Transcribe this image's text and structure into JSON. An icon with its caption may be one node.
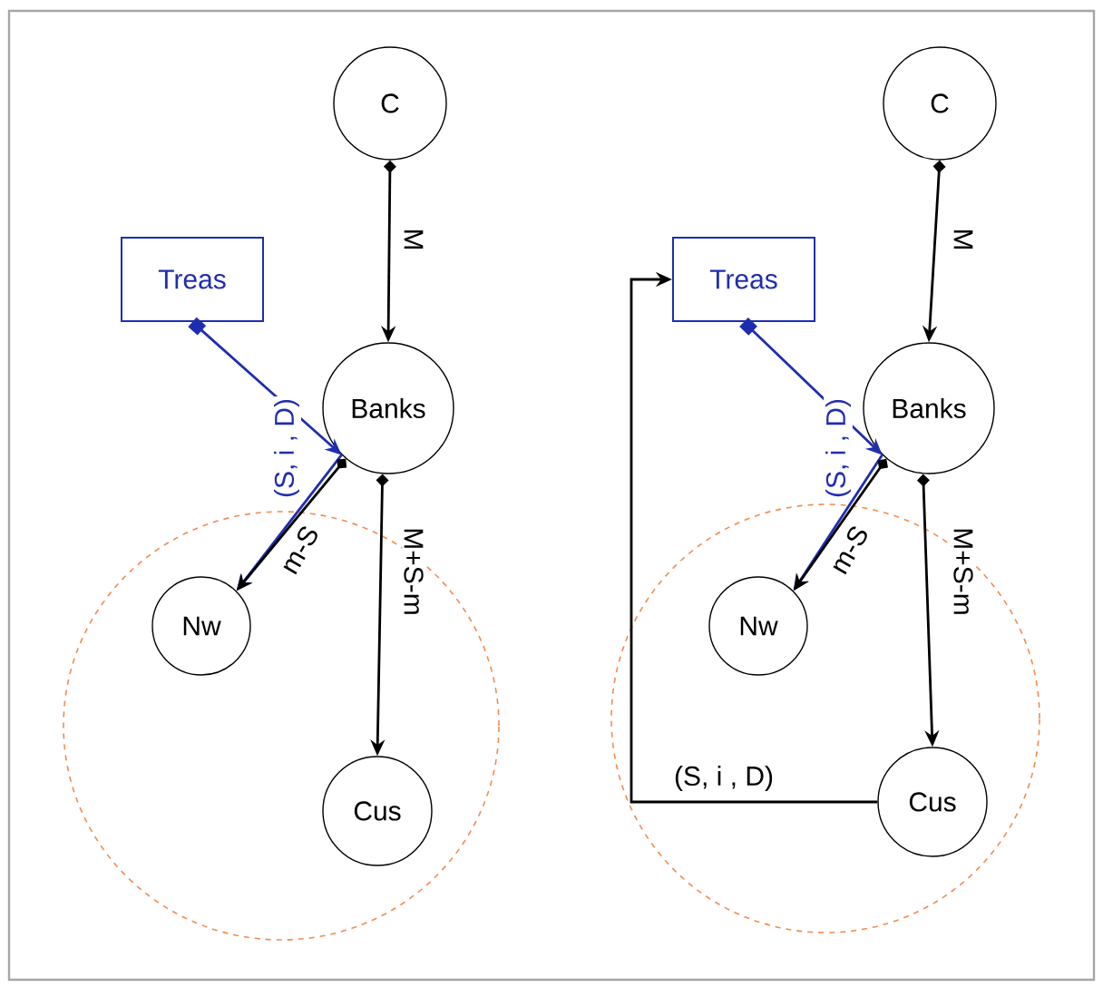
{
  "diagram": {
    "nodes": [
      {
        "text": [
          "C"
        ]
      },
      {
        "text": [
          "Treas"
        ]
      },
      {
        "text": [
          "Banks"
        ]
      },
      {
        "text": [
          "Nw"
        ]
      },
      {
        "text": [
          "Cus"
        ]
      },
      {
        "text": [
          "C"
        ]
      },
      {
        "text": [
          "Treas"
        ]
      },
      {
        "text": [
          "Banks"
        ]
      },
      {
        "text": [
          "Nw"
        ]
      },
      {
        "text": [
          "Cus"
        ]
      }
    ],
    "edges": [
      {
        "from": 0,
        "to": 2,
        "arrow": "to",
        "label": "M"
      },
      {
        "from": 1,
        "to": 2,
        "arrow": "to",
        "color": "#1f2db0",
        "label": "(S, i , D)"
      },
      {
        "from": 2,
        "to": 3,
        "arrow": "to",
        "color": "#1f2db0"
      },
      {
        "from": 2,
        "to": 3,
        "arrow": "to",
        "label": "m-S"
      },
      {
        "from": 2,
        "to": 4,
        "arrow": "to",
        "label": "M+S-m"
      },
      {
        "from": 5,
        "to": 7,
        "arrow": "to",
        "label": "M"
      },
      {
        "from": 6,
        "to": 7,
        "arrow": "to",
        "color": "#1f2db0",
        "label": "(S, i , D)"
      },
      {
        "from": 7,
        "to": 8,
        "arrow": "to",
        "color": "#1f2db0"
      },
      {
        "from": 7,
        "to": 8,
        "arrow": "to",
        "label": "m-S"
      },
      {
        "from": 7,
        "to": 9,
        "arrow": "to",
        "label": "M+S-m"
      },
      {
        "from": 9,
        "to": 6,
        "arrow": "to",
        "label": "(S, i , D)"
      }
    ]
  }
}
